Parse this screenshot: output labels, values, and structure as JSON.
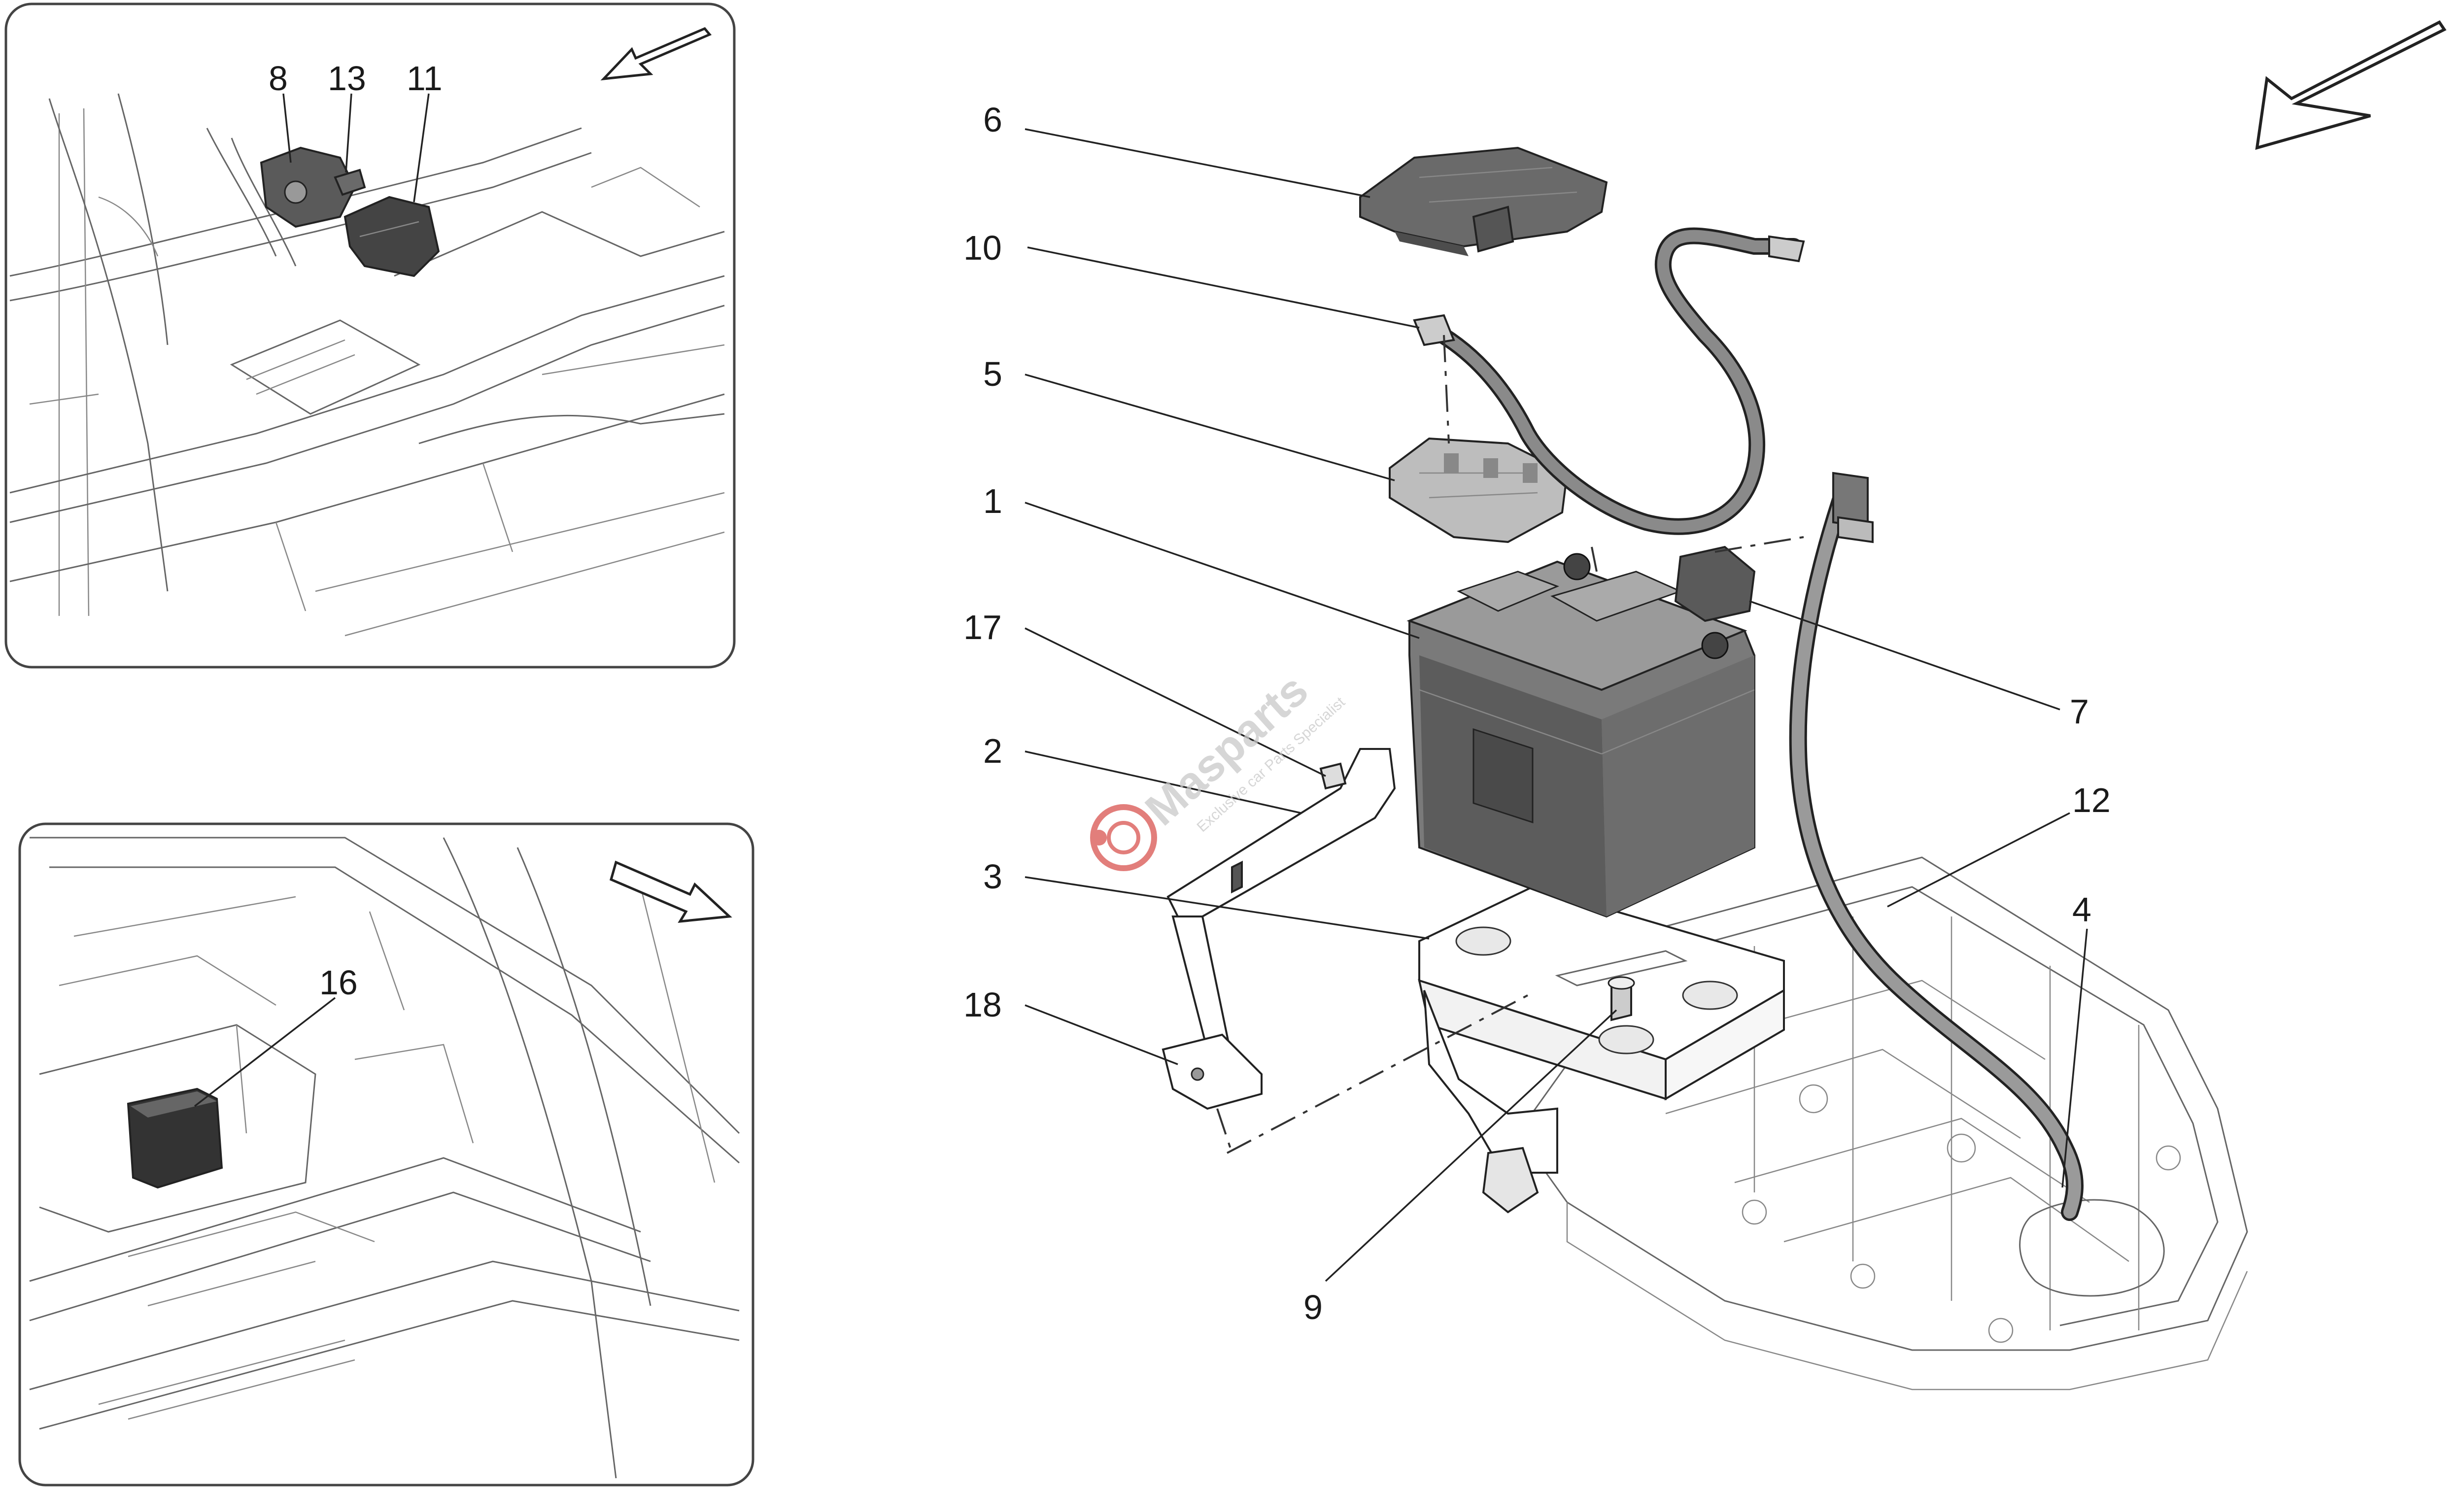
{
  "diagram": {
    "callouts": {
      "c1": "1",
      "c2": "2",
      "c3": "3",
      "c4": "4",
      "c5": "5",
      "c6": "6",
      "c7": "7",
      "c9": "9",
      "c10": "10",
      "c12": "12",
      "c17": "17",
      "c18": "18"
    },
    "inset_top": {
      "c8": "8",
      "c13": "13",
      "c11": "11"
    },
    "inset_bottom": {
      "c16": "16"
    }
  },
  "watermark": {
    "brand": "Masparts",
    "tagline": "Exclusive car Parts Specialist",
    "logo_color": "#d9534f"
  },
  "icons": {
    "direction_arrow_main": "direction-arrow-icon",
    "direction_arrow_top_inset": "direction-arrow-icon",
    "direction_arrow_bottom_inset": "direction-arrow-icon"
  }
}
